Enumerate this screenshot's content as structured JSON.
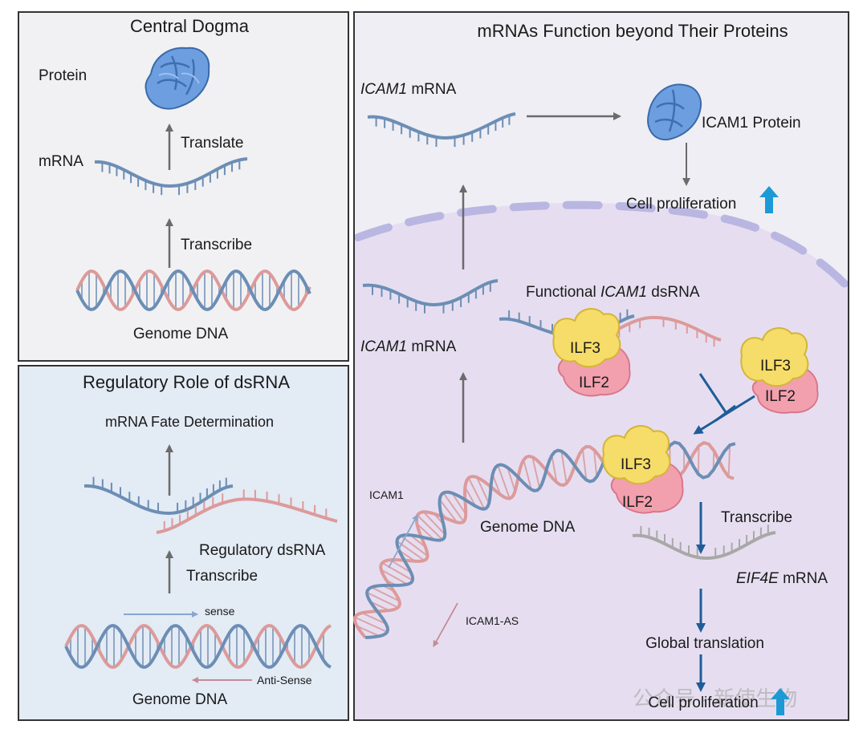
{
  "central_dogma": {
    "title": "Central Dogma",
    "protein": "Protein",
    "translate": "Translate",
    "mrna": "mRNA",
    "transcribe": "Transcribe",
    "genome_dna": "Genome DNA"
  },
  "regulatory": {
    "title": "Regulatory Role of dsRNA",
    "fate": "mRNA Fate Determination",
    "regulatory_dsrna": "Regulatory dsRNA",
    "transcribe": "Transcribe",
    "sense": "sense",
    "anti_sense": "Anti-Sense",
    "genome_dna": "Genome DNA"
  },
  "mrnas": {
    "title": "mRNAs Function beyond Their Proteins",
    "icam1_gene": "ICAM1",
    "mrna_suffix": " mRNA",
    "icam1_protein": "ICAM1 Protein",
    "cell_proliferation_top": "Cell proliferation",
    "functional_prefix": "Functional ",
    "functional_gene": "ICAM1",
    "functional_suffix": " dsRNA",
    "ilf3": "ILF3",
    "ilf2": "ILF2",
    "icam1_strand": "ICAM1",
    "icam1_as_strand": "ICAM1-AS",
    "genome_dna": "Genome DNA",
    "transcribe": "Transcribe",
    "eif4e_gene": "EIF4E",
    "global_translation": "Global translation",
    "cell_proliferation_bottom": "Cell proliferation"
  },
  "watermark": "公众号 · 新使生物",
  "colors": {
    "strand_blue": "#6c8eb5",
    "strand_pink": "#dc9a9a",
    "protein_blue": "#6d9ee0",
    "ilf3_yellow": "#f6dc68",
    "ilf2_pink": "#f2a0ae",
    "arrow_dark_blue": "#1f5d99",
    "up_arrow_cyan": "#1c9ad6",
    "nucleus_membrane": "#b9b6e2",
    "arrow_gray": "#6b6b6b"
  }
}
